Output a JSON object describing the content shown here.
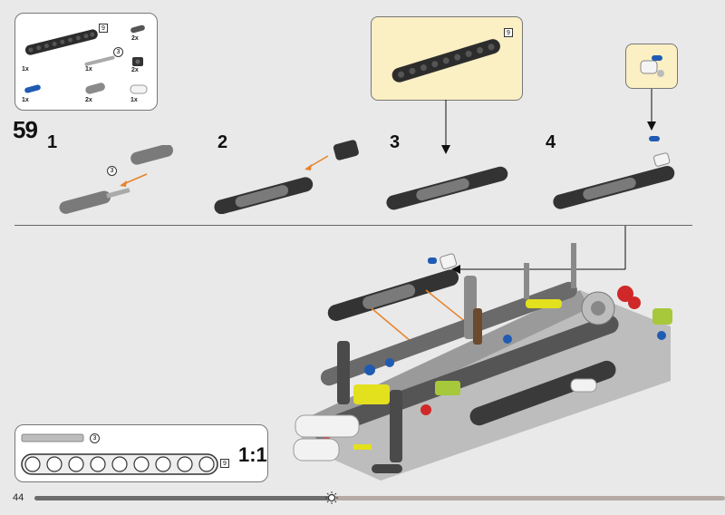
{
  "step": {
    "number": "59"
  },
  "parts": [
    {
      "qty": "1x",
      "tag": "9"
    },
    {
      "qty": "2x"
    },
    {
      "qty": "1x",
      "circle": "3"
    },
    {
      "qty": "2x"
    },
    {
      "qty": "1x"
    },
    {
      "qty": "2x"
    },
    {
      "qty": "1x"
    }
  ],
  "substeps": [
    {
      "label": "1",
      "circle": "3"
    },
    {
      "label": "2"
    },
    {
      "label": "3",
      "tag": "9"
    },
    {
      "label": "4"
    }
  ],
  "scale": {
    "circle": "3",
    "tag": "9",
    "ratio": "1:1"
  },
  "page": {
    "number": "44",
    "progress": 0.43
  },
  "colors": {
    "background": "#e9e9e9",
    "callout": "#fbefc4",
    "arrow": "#e8822a",
    "beam": "#3a3a3a"
  }
}
